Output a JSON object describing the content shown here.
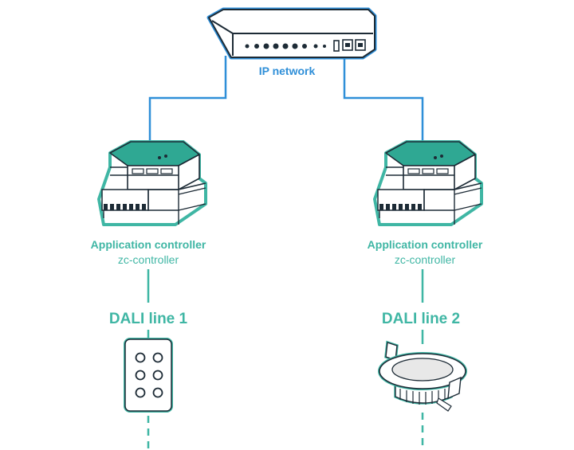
{
  "network": {
    "label": "IP network",
    "color": "#2f8fd8",
    "icon": "network-switch-icon"
  },
  "controllers": [
    {
      "title": "Application controller",
      "subtitle": "zc-controller",
      "icon": "din-rail-controller-icon"
    },
    {
      "title": "Application controller",
      "subtitle": "zc-controller",
      "icon": "din-rail-controller-icon"
    }
  ],
  "dali_lines": [
    {
      "label": "DALI line 1",
      "device_icon": "push-button-panel-icon"
    },
    {
      "label": "DALI line 2",
      "device_icon": "downlight-icon"
    }
  ],
  "colors": {
    "accent": "#3fb6a4",
    "network": "#2f8fd8",
    "outline": "#1d2b36"
  }
}
